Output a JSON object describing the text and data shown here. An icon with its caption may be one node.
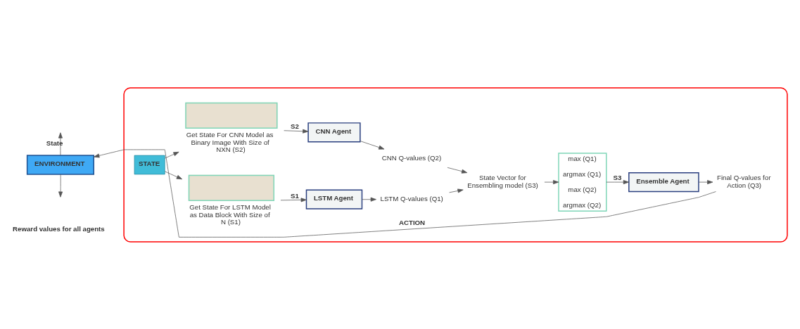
{
  "diagram": {
    "nodes": [
      {
        "text": [],
        "shape": "box"
      },
      {
        "text": [
          "ENVIRONMENT"
        ]
      },
      {
        "text": [
          "STATE"
        ],
        "in": 0
      },
      {
        "text": [],
        "shape": "bar",
        "beside": [
          "Get State For LSTM Model as Data Block With Size of N (S1)"
        ],
        "in": 0
      },
      {
        "text": [
          "LSTM Agent"
        ],
        "in": 0
      },
      {
        "text": [
          "LSTM Q-values (Q1)"
        ],
        "in": 0
      },
      {
        "text": [],
        "shape": "bar",
        "beside": [
          "Get State For CNN Model as Binary Image With Size of NXN (S2)"
        ],
        "in": 0
      },
      {
        "text": [
          "CNN Agent"
        ],
        "in": 0
      },
      {
        "text": [
          "CNN Q-values (Q2)"
        ],
        "in": 0
      },
      {
        "text": [
          "State Vector for Ensembling model (S3)"
        ],
        "in": 0
      },
      {
        "text": [
          "max (Q1)",
          "argmax (Q1)",
          "max (Q2)",
          "argmax (Q2)"
        ],
        "in": 0
      },
      {
        "text": [
          "Ensemble Agent"
        ],
        "in": 0
      },
      {
        "text": [
          "Final Q-values for Action (Q3)"
        ],
        "in": 0
      }
    ],
    "edges": [
      {
        "from": 1,
        "to": null,
        "arrow": "to",
        "label": "State"
      },
      {
        "from": 2,
        "to": 3,
        "arrow": "to"
      },
      {
        "from": 2,
        "to": 6,
        "arrow": "to"
      },
      {
        "from": 3,
        "to": 4,
        "arrow": "to",
        "label": "S1"
      },
      {
        "from": 6,
        "to": 7,
        "arrow": "to",
        "label": "S2"
      },
      {
        "from": 4,
        "to": 5,
        "arrow": "to"
      },
      {
        "from": 7,
        "to": 8,
        "arrow": "to"
      },
      {
        "from": 5,
        "to": 9,
        "arrow": "to"
      },
      {
        "from": 8,
        "to": 9,
        "arrow": "to"
      },
      {
        "from": 9,
        "to": 10,
        "arrow": "to"
      },
      {
        "from": 10,
        "to": 11,
        "arrow": "to",
        "label": "S3"
      },
      {
        "from": 11,
        "to": 12,
        "arrow": "to"
      },
      {
        "from": 12,
        "to": 1,
        "arrow": "to",
        "label": "ACTION"
      },
      {
        "from": 1,
        "to": null,
        "arrow": "to"
      }
    ],
    "labels": [
      "Reward values for all agents"
    ]
  }
}
